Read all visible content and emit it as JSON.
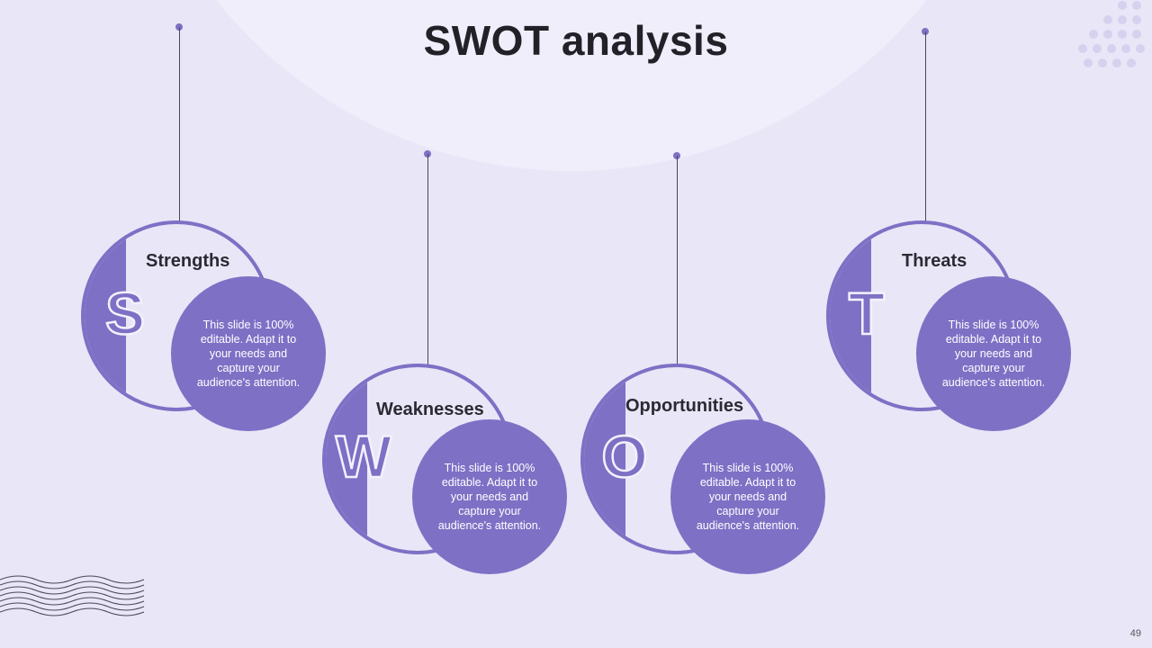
{
  "title": "SWOT analysis",
  "page_number": "49",
  "items": [
    {
      "letter": "S",
      "label": "Strengths",
      "text": "This slide is 100% editable. Adapt it to your needs and capture your audience's attention."
    },
    {
      "letter": "W",
      "label": "Weaknesses",
      "text": "This slide is 100% editable. Adapt it to your needs and capture your audience's attention."
    },
    {
      "letter": "O",
      "label": "Opportunities",
      "text": "This slide is 100% editable. Adapt it to your needs and capture your audience's attention."
    },
    {
      "letter": "T",
      "label": "Threats",
      "text": "This slide is 100% editable. Adapt it to your needs and capture your audience's attention."
    }
  ],
  "colors": {
    "accent": "#7E70C5",
    "background": "#E9E6F7",
    "title": "#222128"
  }
}
